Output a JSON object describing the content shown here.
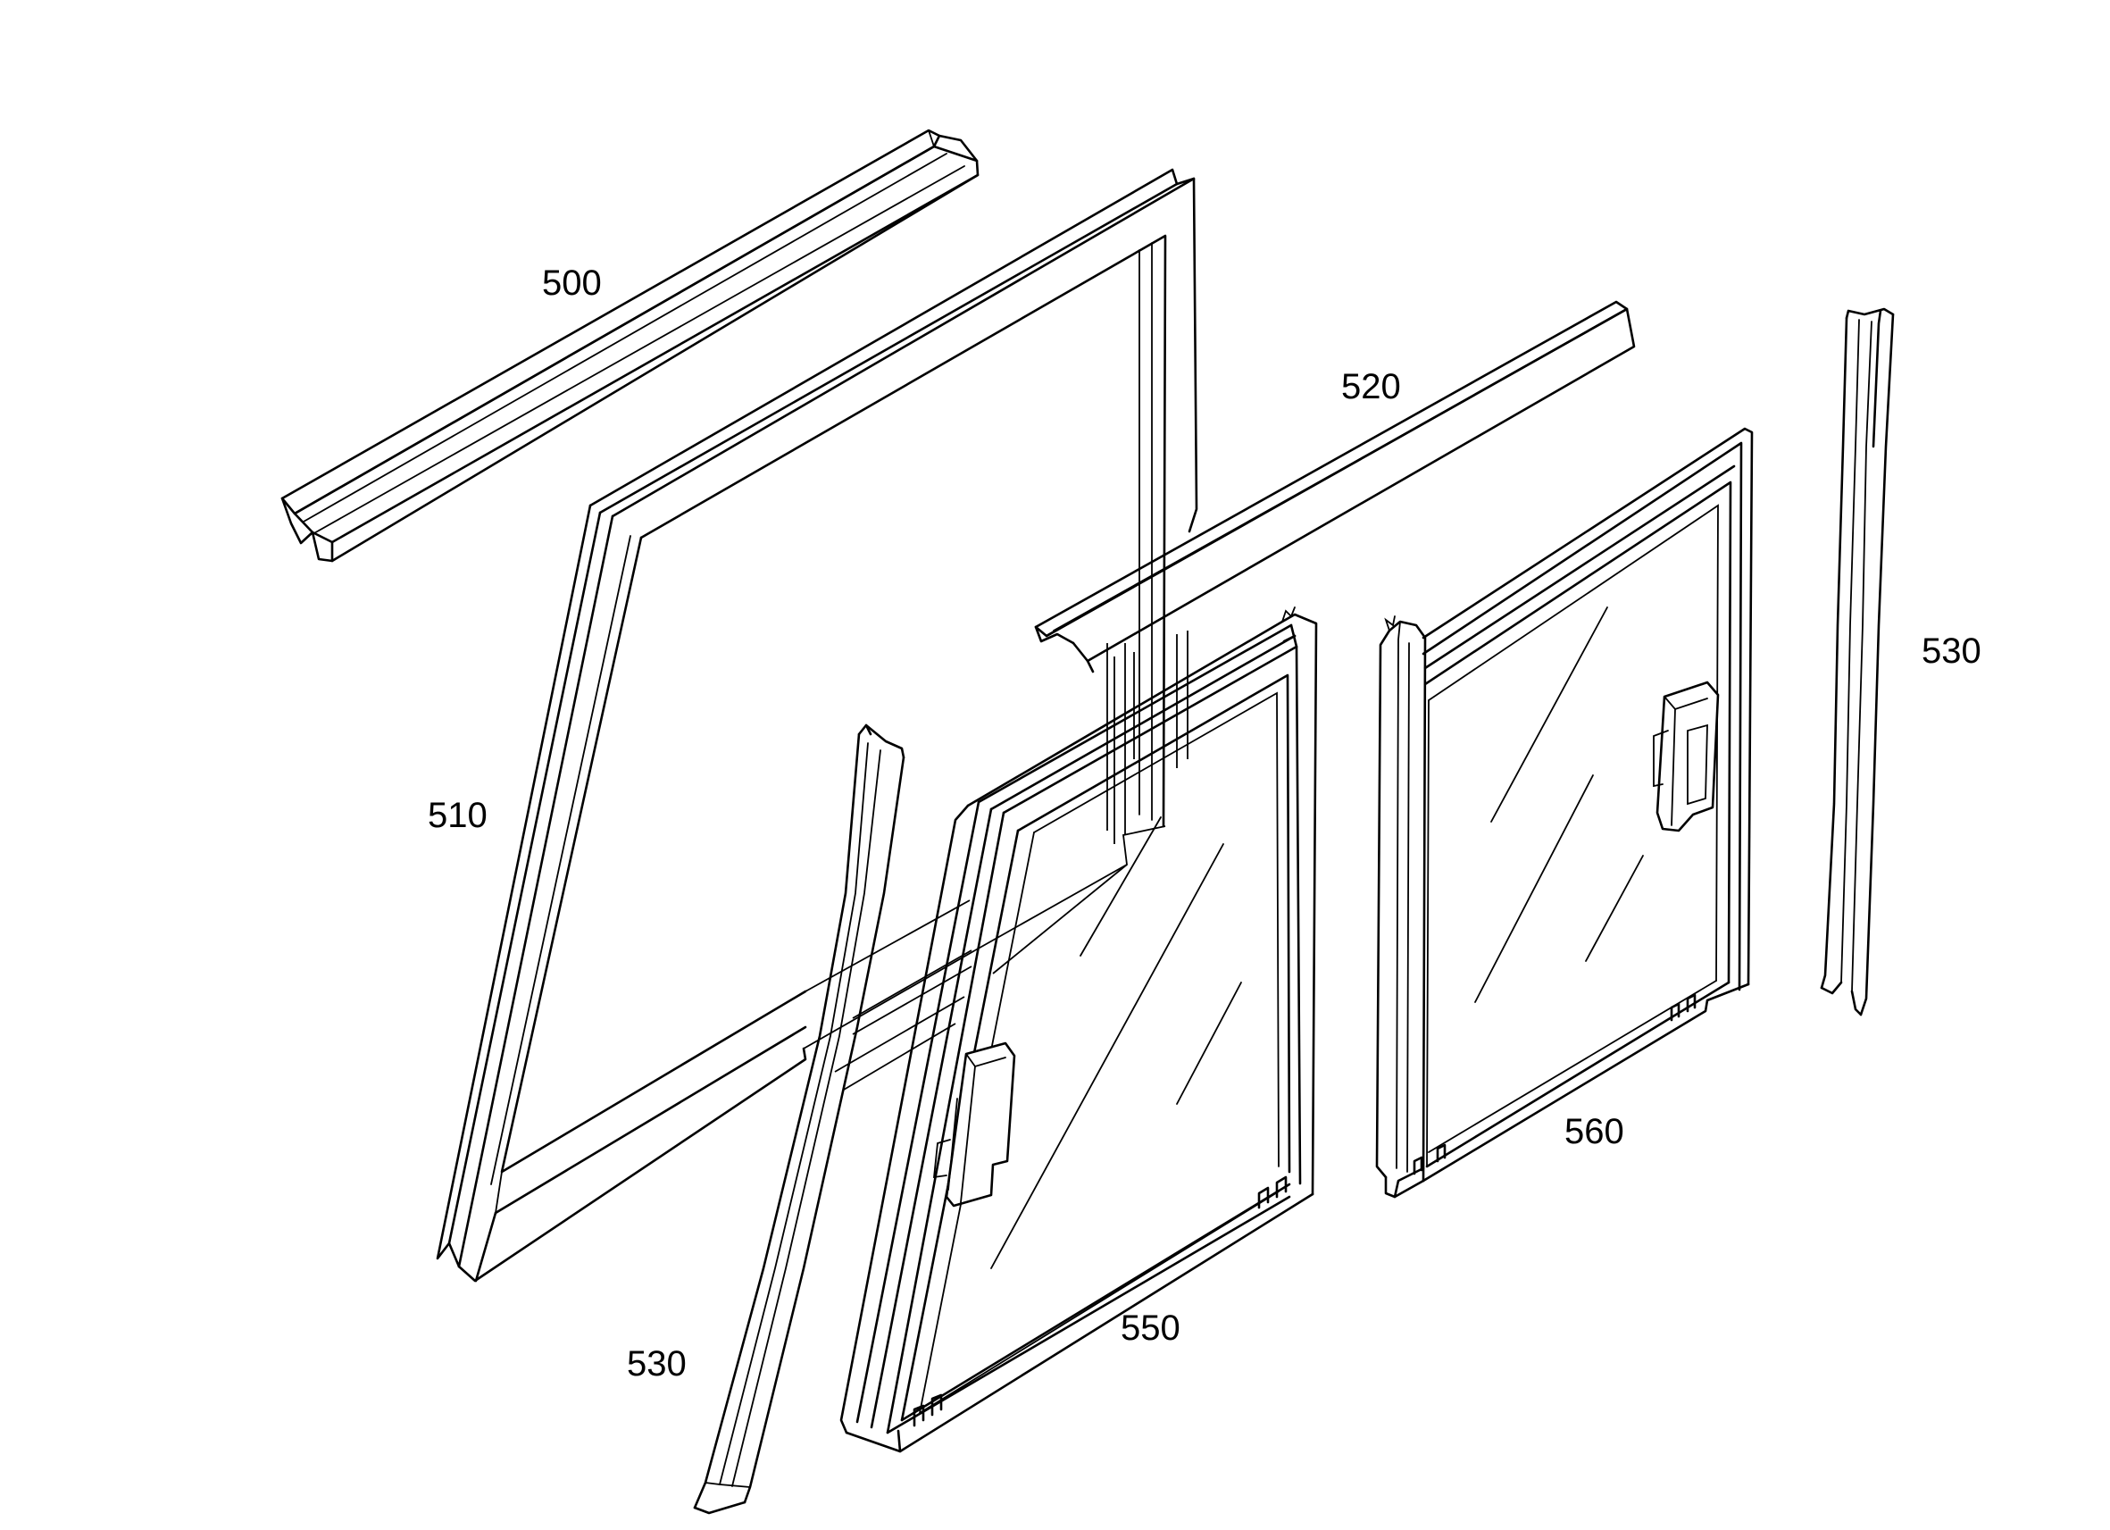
{
  "figure": {
    "type": "exploded patent drawing of a sliding window assembly",
    "line_color": "#000000",
    "background": "#ffffff"
  },
  "labels": {
    "upper_rail": "500",
    "outer_frame": "510",
    "lower_rail": "520",
    "left_seal": "530",
    "right_seal": "530",
    "first_sash": "550",
    "second_sash": "560"
  }
}
